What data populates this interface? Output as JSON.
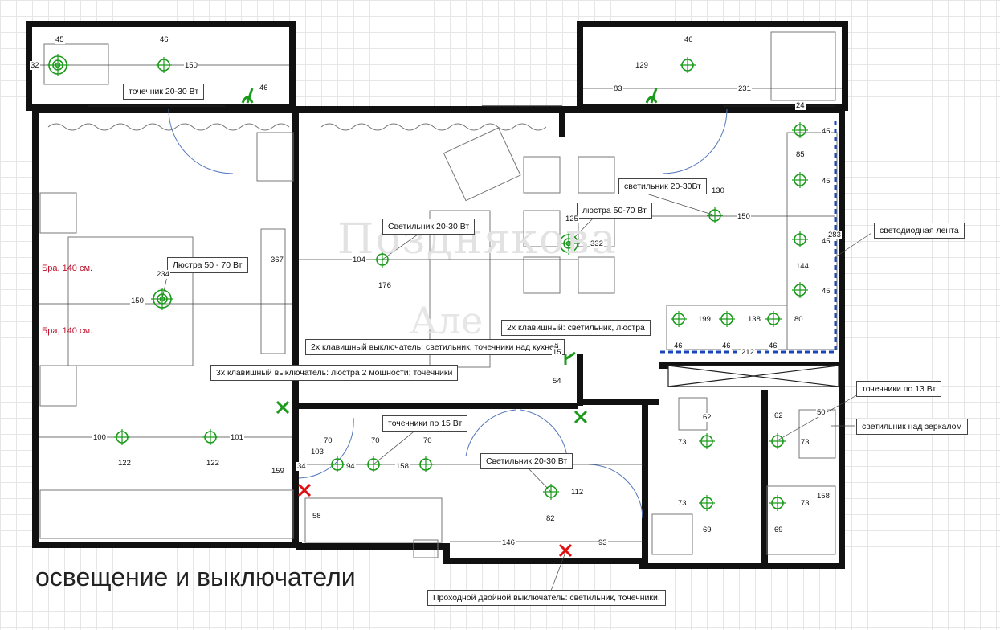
{
  "title": "освещение и выключатели",
  "watermark": {
    "line1": "Позднякова",
    "line2": "Але"
  },
  "legend_labels": {
    "spot_20_30_top": "точечник 20-30 Вт",
    "lamp_20_30_right": "светильник 20-30Вт",
    "led_strip": "светодиодная лента",
    "chandelier_bedroom": "Люстра 50 - 70 Вт",
    "lamp_living": "Светильник 20-30 Вт",
    "chandelier_dining": "люстра 50-70 Вт",
    "switch_2_living": "2х клавишный: светильник, люстра",
    "switch_2_kitchen": "2х клавишный выключатель: светильник, точечники над кухней",
    "switch_3": "3х клавишный выключатель: люстра 2 мощности; точечники",
    "spots_15": "точечники по 15 Вт",
    "lamp_hall": "Светильник 20-30 Вт",
    "spots_13": "точечники по 13 Вт",
    "mirror_lamp": "светильник над зеркалом",
    "pass_switch": "Проходной двойной выключатель: светильник, точечники."
  },
  "sconce_labels": [
    "Бра, 140 см.",
    "Бра, 140 см."
  ],
  "dimensions": [
    "45",
    "46",
    "32",
    "150",
    "46",
    "46",
    "129",
    "83",
    "231",
    "24",
    "45",
    "85",
    "45",
    "130",
    "150",
    "283",
    "45",
    "144",
    "45",
    "125",
    "332",
    "104",
    "176",
    "367",
    "234",
    "150",
    "199",
    "138",
    "80",
    "46",
    "46",
    "212",
    "46",
    "15",
    "54",
    "62",
    "62",
    "50",
    "73",
    "73",
    "73",
    "73",
    "158",
    "69",
    "69",
    "100",
    "101",
    "122",
    "122",
    "70",
    "70",
    "70",
    "103",
    "34",
    "94",
    "158",
    "159",
    "58",
    "112",
    "82",
    "146",
    "93"
  ]
}
